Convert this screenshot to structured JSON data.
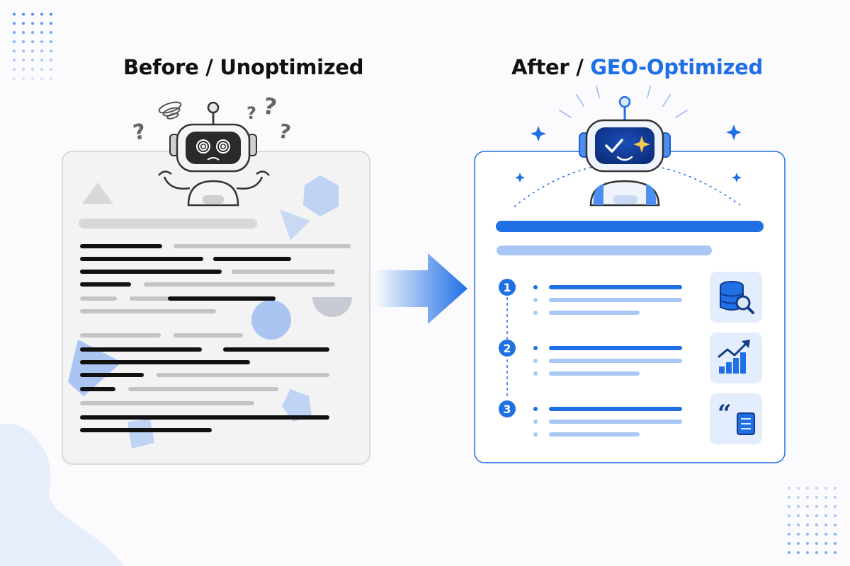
{
  "before": {
    "title": "Before / Unoptimized",
    "question_marks": [
      "?",
      "?",
      "?",
      "?"
    ]
  },
  "after": {
    "title_prefix": "After / ",
    "title_accent": "GEO-Optimized",
    "steps": [
      {
        "number": "1",
        "icon": "database-search-icon"
      },
      {
        "number": "2",
        "icon": "growth-chart-icon"
      },
      {
        "number": "3",
        "icon": "quote-document-icon"
      }
    ]
  },
  "colors": {
    "accent": "#1f6fe5",
    "accent_light": "#a9c7f4",
    "icon_tile": "#e3edfb",
    "dark_bar": "#111111",
    "gray_bar": "#c4c4c4",
    "card_gray": "#f3f3f3"
  }
}
